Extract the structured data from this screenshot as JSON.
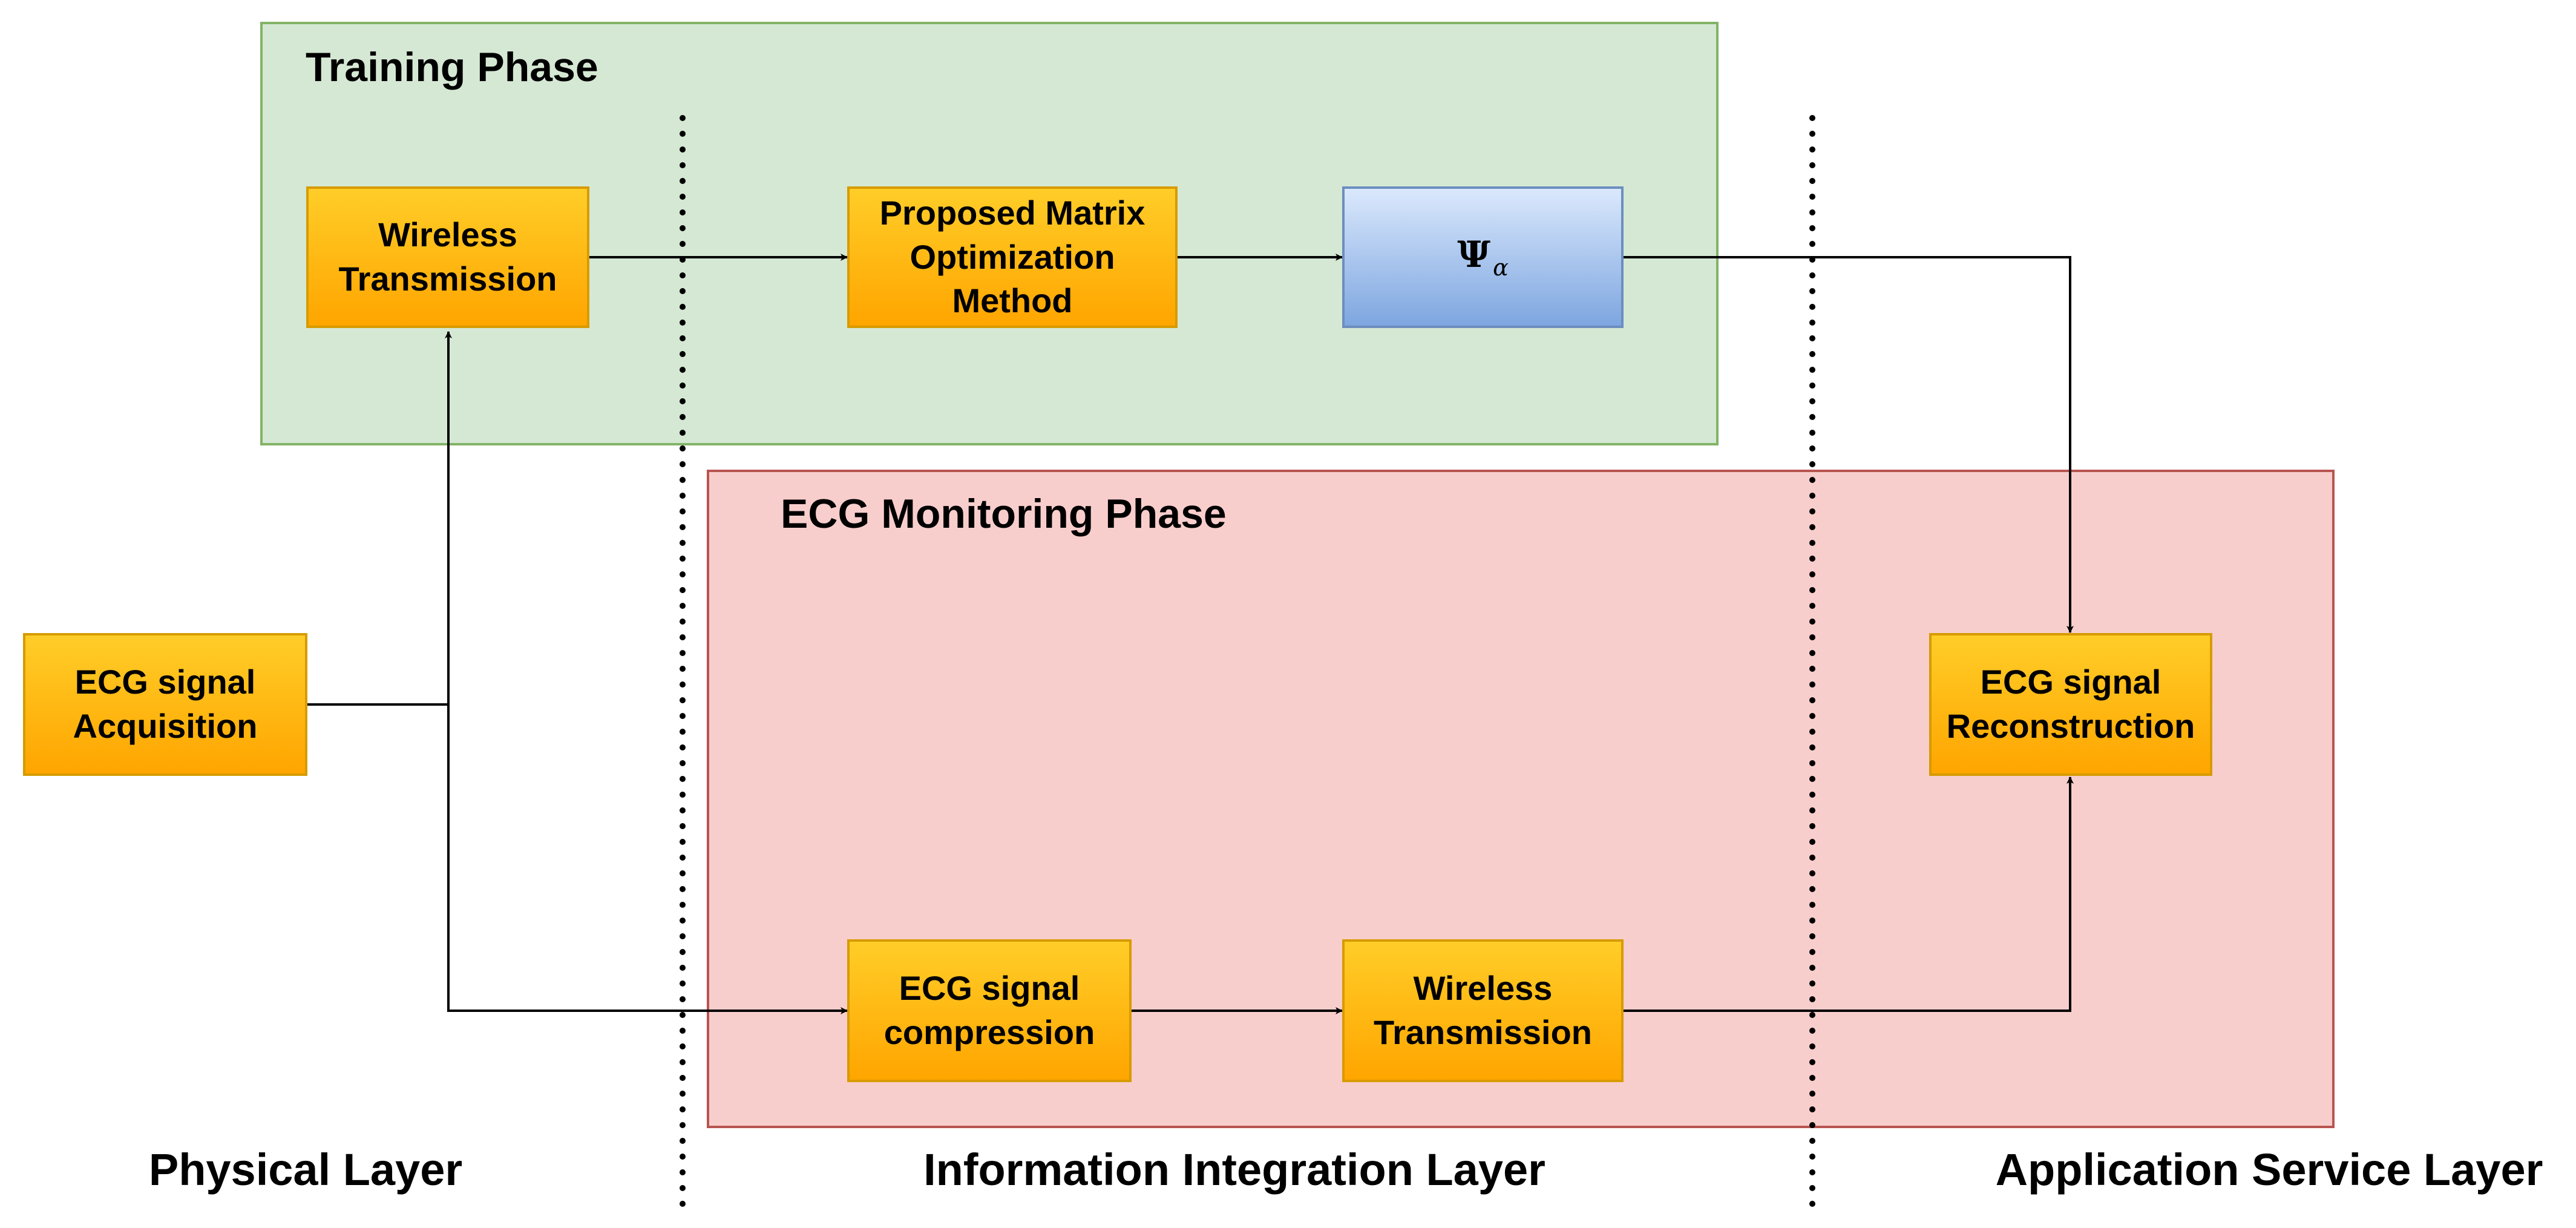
{
  "regions": {
    "training": {
      "title": "Training Phase",
      "fill": "#d5e8d4",
      "stroke": "#82b366"
    },
    "monitoring": {
      "title": "ECG Monitoring Phase",
      "fill": "#f8cecc",
      "stroke": "#b85450"
    }
  },
  "nodes": {
    "ecg_acquisition": "ECG signal\nAcquisition",
    "wireless_training": "Wireless\nTransmission",
    "matrix_optimization": "Proposed Matrix\nOptimization\nMethod",
    "psi_alpha": {
      "symbol": "Ψ",
      "subscript": "α"
    },
    "ecg_compression": "ECG signal\ncompression",
    "wireless_monitoring": "Wireless\nTransmission",
    "ecg_reconstruction": "ECG signal\nReconstruction"
  },
  "layers": {
    "physical": "Physical Layer",
    "information": "Information Integration Layer",
    "application": "Application Service Layer"
  },
  "colors": {
    "orange_fill": "#ffa500",
    "orange_stroke": "#d79b00",
    "blue_fill": "#7ea6e0",
    "blue_stroke": "#6c8ebf"
  }
}
